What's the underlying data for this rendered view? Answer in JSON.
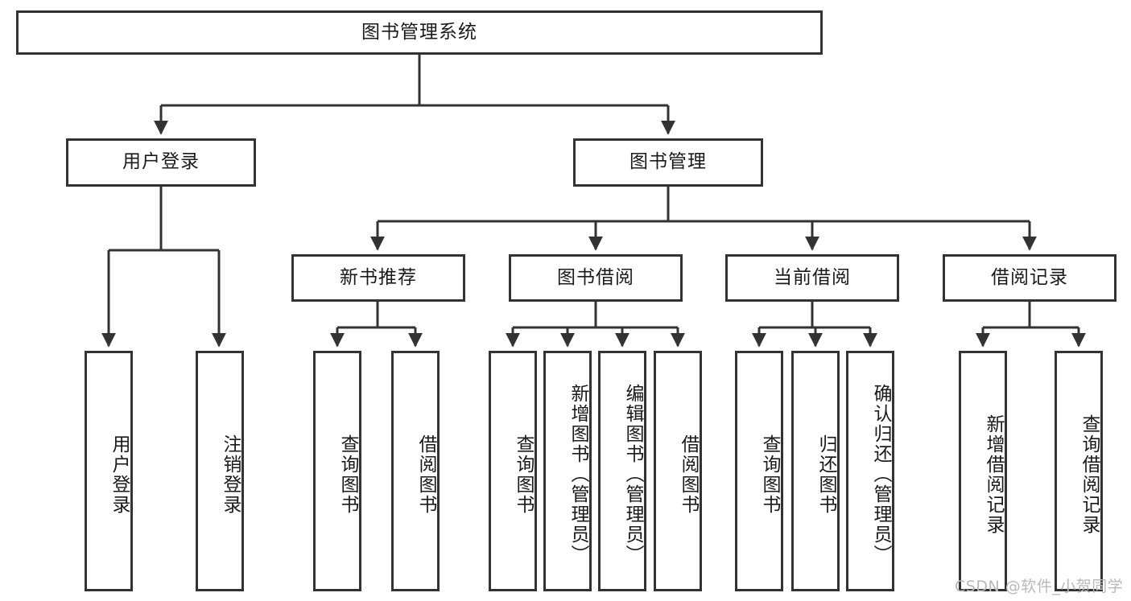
{
  "diagram": {
    "type": "tree",
    "title": "图书管理系统",
    "orientation": "top-down",
    "colors": {
      "box_border": "#333333",
      "box_fill": "#ffffff",
      "edge": "#333333",
      "text": "#1a1a1a",
      "watermark": "#b9b9b9",
      "background": "#ffffff"
    },
    "root": {
      "label": "图书管理系统"
    },
    "level2": [
      {
        "label": "用户登录"
      },
      {
        "label": "图书管理"
      }
    ],
    "level3": [
      {
        "label": "新书推荐"
      },
      {
        "label": "图书借阅"
      },
      {
        "label": "当前借阅"
      },
      {
        "label": "借阅记录"
      }
    ],
    "leaves": {
      "user_login": [
        {
          "label": "用户登录"
        },
        {
          "label": "注销登录"
        }
      ],
      "new_book": [
        {
          "label": "查询图书"
        },
        {
          "label": "借阅图书"
        }
      ],
      "book_borrow": [
        {
          "label": "查询图书"
        },
        {
          "label": "新增图书（管理员）"
        },
        {
          "label": "编辑图书（管理员）"
        },
        {
          "label": "借阅图书"
        }
      ],
      "current_borrow": [
        {
          "label": "查询图书"
        },
        {
          "label": "归还图书"
        },
        {
          "label": "确认归还（管理员）"
        }
      ],
      "borrow_record": [
        {
          "label": "新增借阅记录"
        },
        {
          "label": "查询借阅记录"
        }
      ]
    }
  },
  "watermark": {
    "text": "CSDN @软件_小贺同学"
  }
}
